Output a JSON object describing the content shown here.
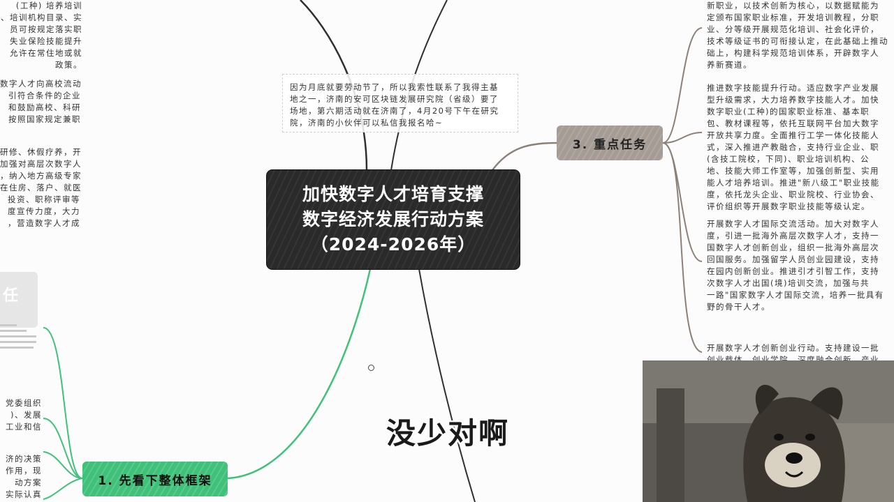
{
  "center": {
    "title_line1": "加快数字人才培育支撑",
    "title_line2": "数字经济发展行动方案",
    "title_line3": "（2024-2026年）"
  },
  "note": {
    "text": "因为月底就要劳动节了，所以我索性联系了我得主基\n地之一，济南的安可区块链发展研究院（省级）要了\n场地，第六期活动就在济南了，4月20号下午在研究\n院，济南的小伙伴可以私信我报名哈~"
  },
  "nodes": {
    "task_label": "3. 重点任务",
    "framework_label": "1. 先看下整体框架"
  },
  "subtitle": "没少对啊",
  "left_fragments": {
    "block1": "(工种) 培养培训\n、培训机构目录、实\n员可按规定落实职\n失业保险技能提升\n允许在常住地或就\n政策。",
    "block2": "数字人才向高校流动\n引符合条件的企业\n和鼓励高校、科研\n按照国家规定兼职",
    "block3": "研修、休假疗养，开\n加强对高层次数字人\n，纳入地方高级专家\n在住房、落户、就医\n投资、职称评审等\n度宣传力度，大力\n，营造数字人才成",
    "block4": "党委组织\n)、发展\n工业和信",
    "block5": "济的决策\n作用，现\n动方案\n实际认真"
  },
  "right_column": {
    "block1": "新职业，以技术创新为核心，以数据赋能为\n定颁布国家职业标准，开发培训教程，分职\n业、分等级开展规范化培训、社会化评价，\n技术等级证书的可衔接认定，在此基础上推动\n础上，构建科学规范培训体系，开辟数字人\n养新赛道。",
    "block2": "推进数字技能提升行动。适应数字产业发展\n型升级需求，大力培养数字技能人才。加快\n数字职业(工种)的国家职业标准、基本职\n包、教材课程等，依托互联网平台加大数字\n开放共享力度。全面推行工学一体化技能人\n式，深入推进产教融合，支持行业企业、职\n(含技工院校，下同)、职业培训机构、公\n地、技能大师工作室等，加强创新型、实用\n能人才培养培训。推进\"新八级工\"职业技能\n度，依托龙头企业、职业院校、行业协会、\n评价组织等开展数字职业技能等级认定。",
    "block3": "开展数字人才国际交流活动。加大对数字人\n度，引进一批海外高层次数字人才，支持一\n国数字人才创新创业，组织一批海外高层次\n回国服务。加强留学人员创业园建设，支持\n在园内创新创业。推进引才引智工作，支持\n次数字人才出国(境)培训交流，加强与共\n一路\"国家数字人才国际交流，培养一批具有\n野的骨干人才。",
    "block4": "开展数字人才创新创业行动。支持建设一批\n创业载体、创业学院、深度融合创新、产业"
  },
  "colors": {
    "center_bg": "#2a2a2a",
    "task_node_bg": "#a59d95",
    "framework_node_bg": "#3fc17a",
    "green_branch": "#3fc17a",
    "dark_branch": "#2f2f2f",
    "brown_branch": "#8c8178"
  }
}
